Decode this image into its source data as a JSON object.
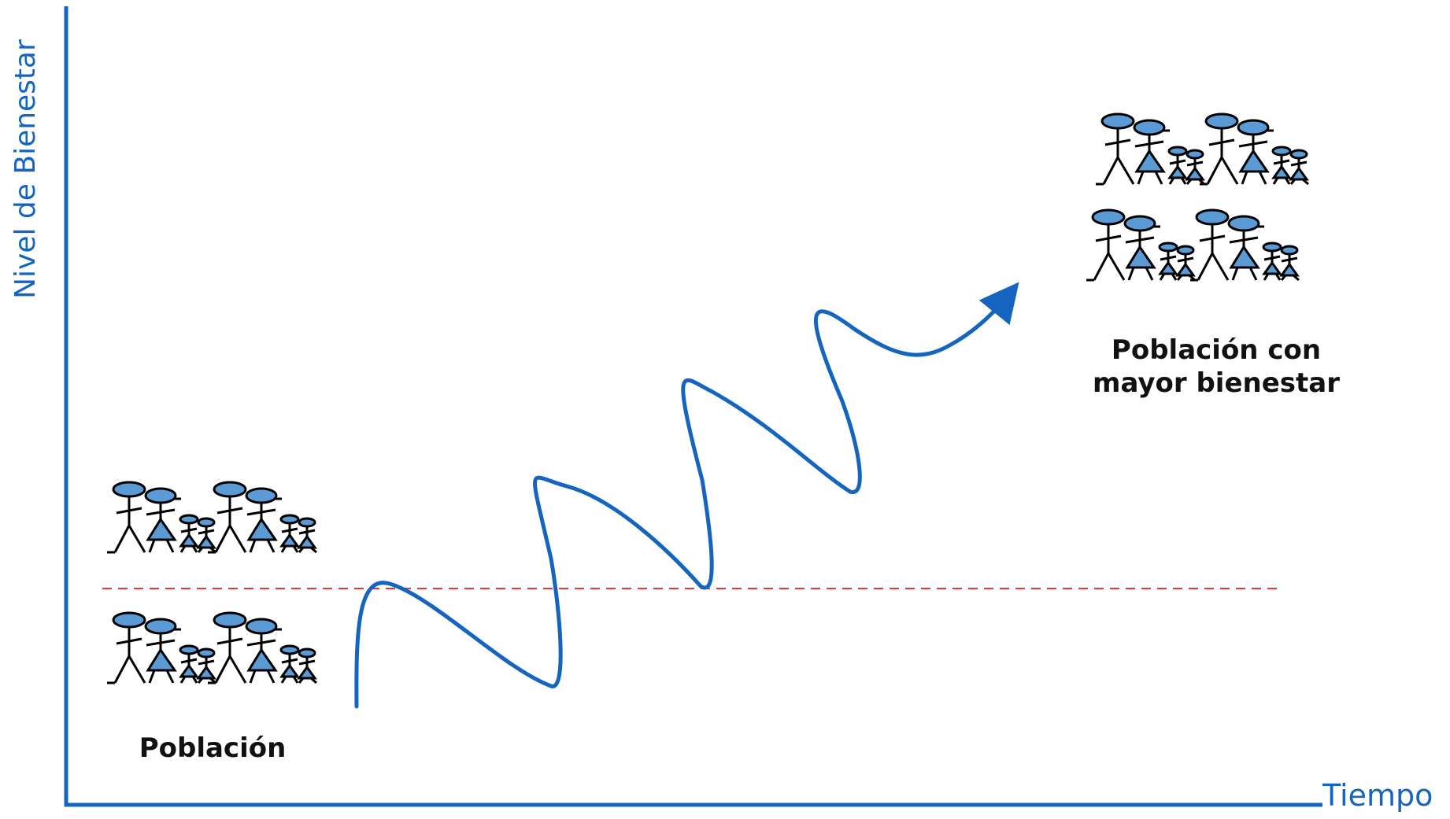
{
  "axes": {
    "y_label": "Nivel de Bienestar",
    "x_label": "Tiempo"
  },
  "groups": {
    "initial_caption": "Población",
    "final_caption_line1": "Población con",
    "final_caption_line2": "mayor bienestar"
  },
  "icons": {
    "family": "family-icon",
    "arrow": "arrow-icon"
  },
  "colors": {
    "axis": "#1565C0",
    "curve": "#1565C0",
    "baseline": "#E53935",
    "figure_fill": "#5B9BD5",
    "figure_stroke": "#000000"
  }
}
